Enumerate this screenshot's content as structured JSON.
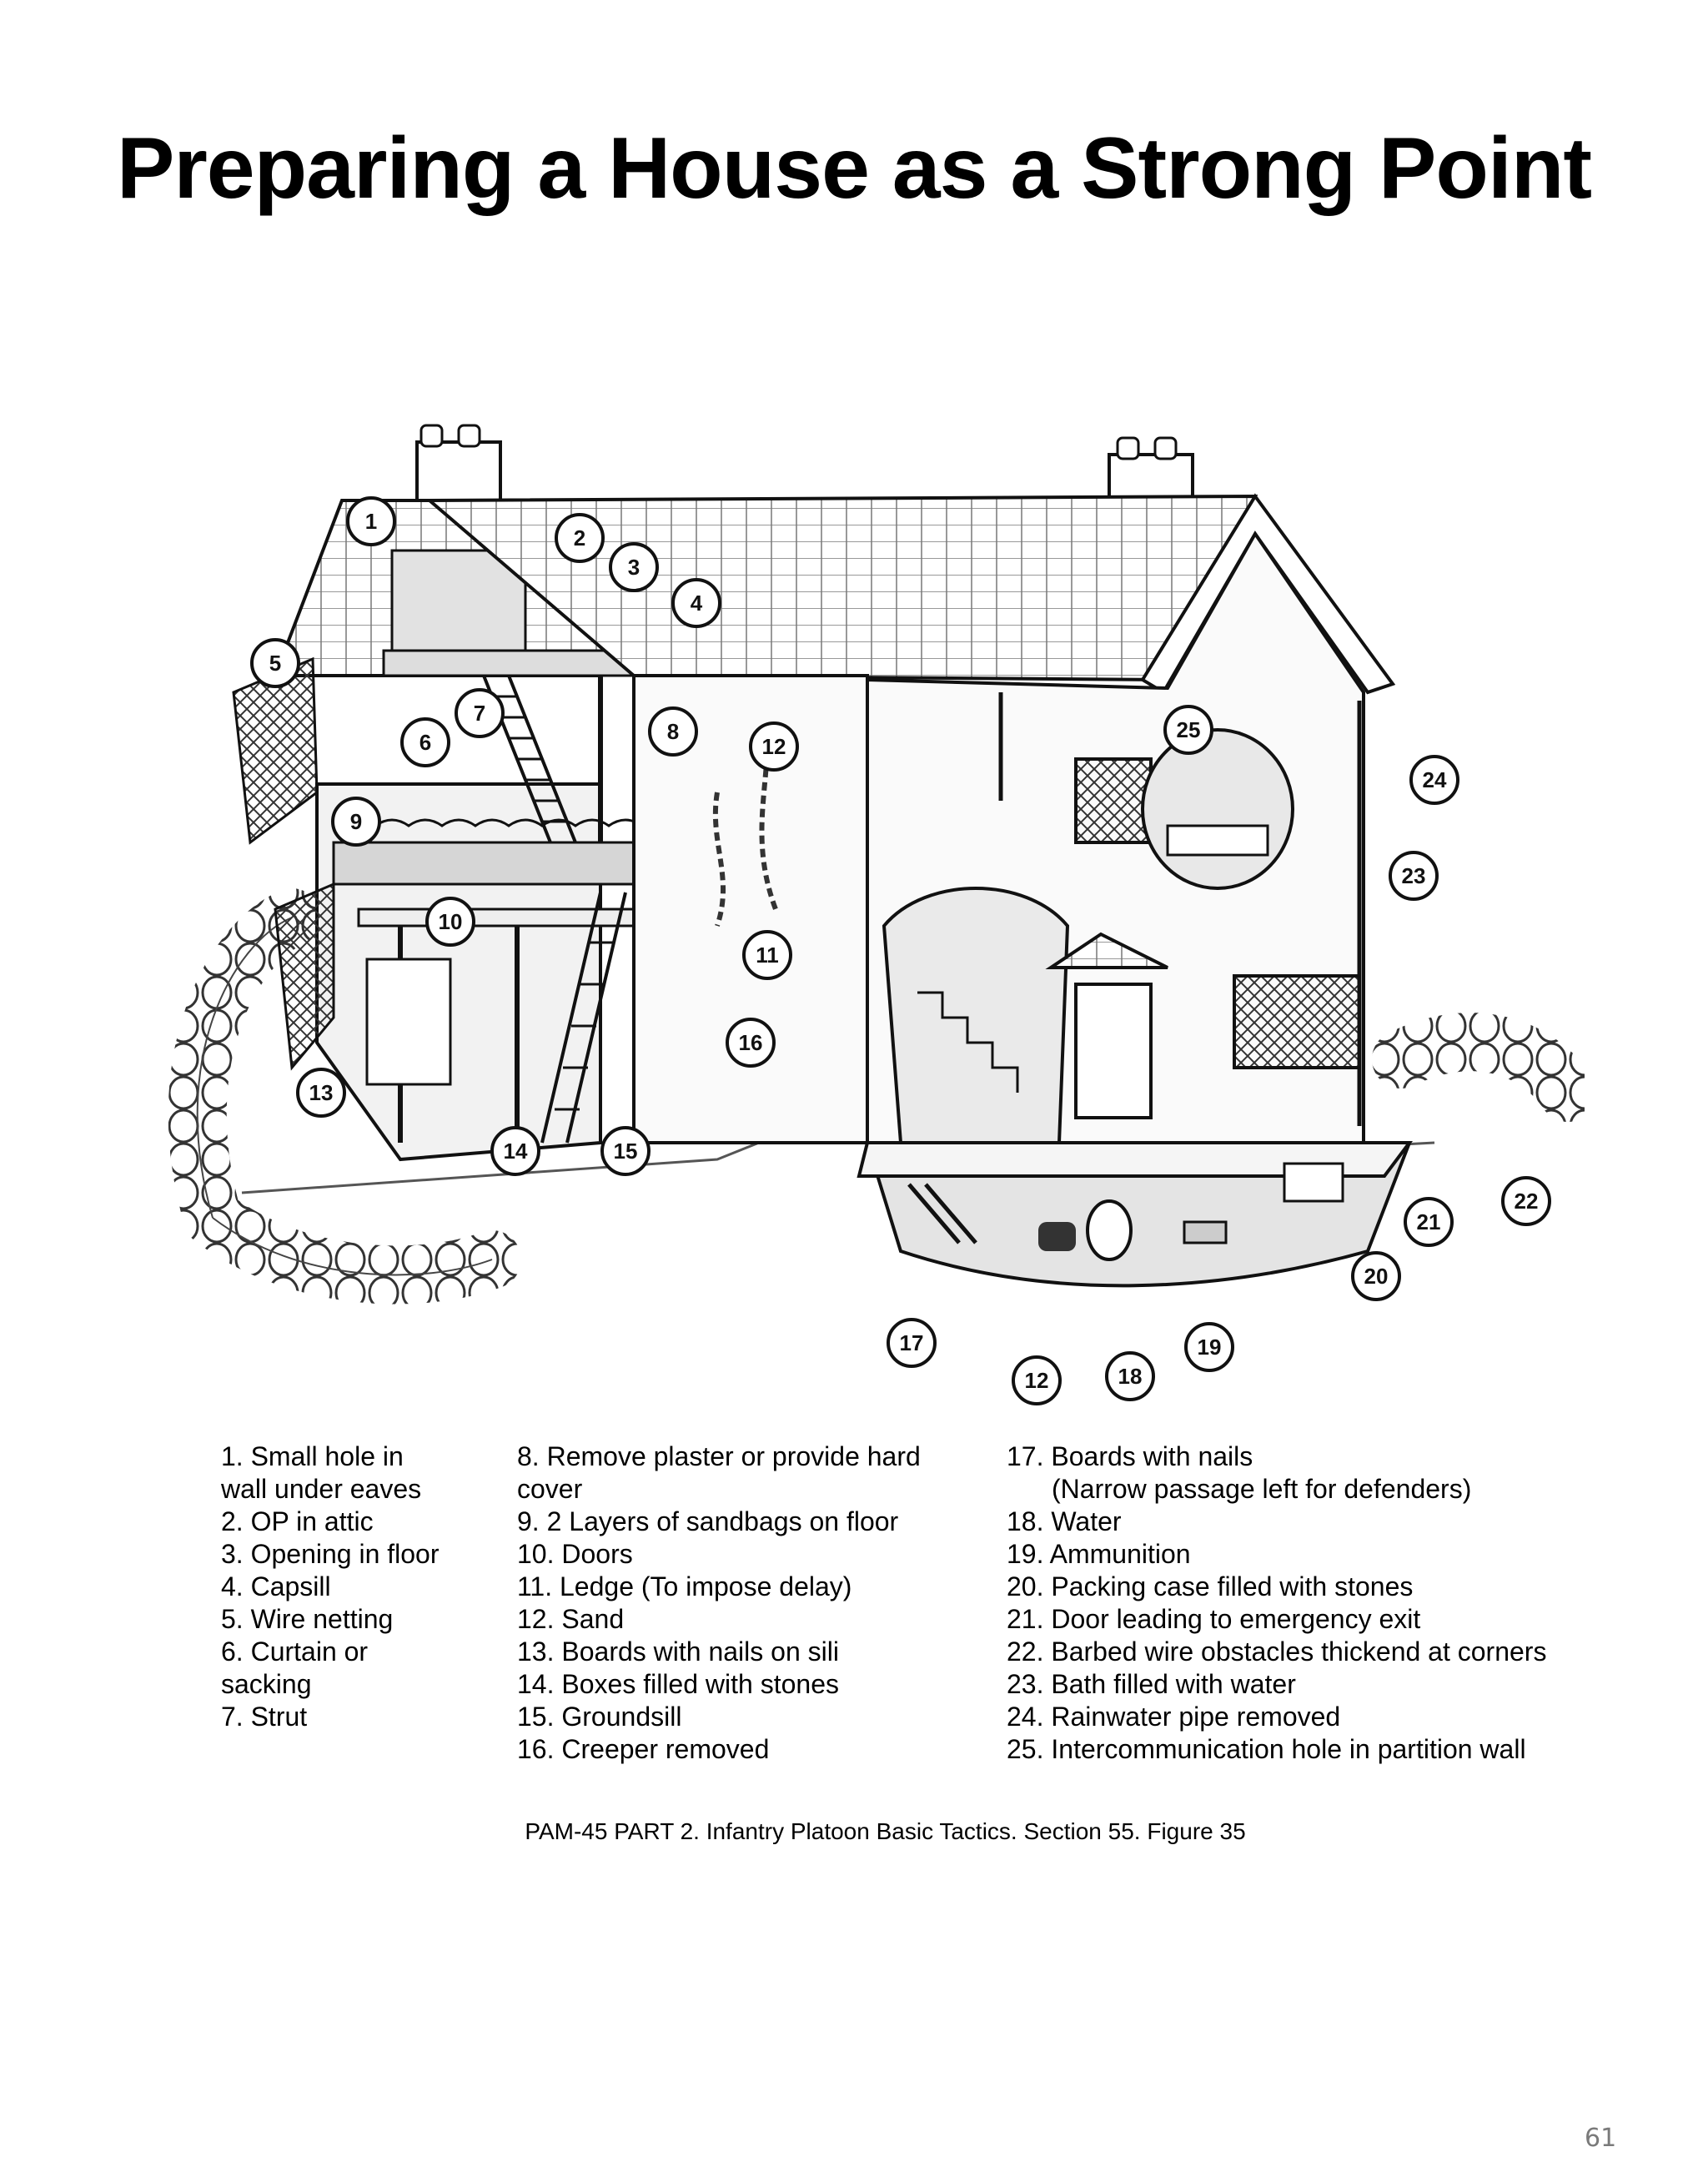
{
  "title": "Preparing a House as a Strong Point",
  "figure": {
    "callout_numbers": [
      "1",
      "2",
      "3",
      "4",
      "5",
      "6",
      "7",
      "8",
      "9",
      "10",
      "11",
      "12",
      "13",
      "14",
      "15",
      "16",
      "17",
      "12",
      "18",
      "19",
      "20",
      "21",
      "22",
      "23",
      "24",
      "25"
    ]
  },
  "legend": {
    "col1": [
      {
        "text": "1. Small hole in",
        "cont": false
      },
      {
        "text": "wall under eaves",
        "cont": false
      },
      {
        "text": "2. OP in attic",
        "cont": false
      },
      {
        "text": "3. Opening in floor",
        "cont": false
      },
      {
        "text": "4. Capsill",
        "cont": false
      },
      {
        "text": "5. Wire netting",
        "cont": false
      },
      {
        "text": "6. Curtain or",
        "cont": false
      },
      {
        "text": "sacking",
        "cont": false
      },
      {
        "text": "7. Strut",
        "cont": false
      }
    ],
    "col2": [
      {
        "text": "8. Remove plaster or provide hard",
        "cont": false
      },
      {
        "text": "cover",
        "cont": false
      },
      {
        "text": "9. 2 Layers of sandbags on floor",
        "cont": false
      },
      {
        "text": "10. Doors",
        "cont": false
      },
      {
        "text": "11. Ledge (To impose delay)",
        "cont": false
      },
      {
        "text": "12. Sand",
        "cont": false
      },
      {
        "text": "13. Boards with nails on sili",
        "cont": false
      },
      {
        "text": "14. Boxes filled with stones",
        "cont": false
      },
      {
        "text": "15. Groundsill",
        "cont": false
      },
      {
        "text": "16. Creeper removed",
        "cont": false
      }
    ],
    "col3": [
      {
        "text": "17. Boards with nails",
        "cont": false
      },
      {
        "text": "(Narrow passage left for defenders)",
        "cont": true
      },
      {
        "text": "18. Water",
        "cont": false
      },
      {
        "text": "19. Ammunition",
        "cont": false
      },
      {
        "text": "20. Packing case filled with stones",
        "cont": false
      },
      {
        "text": "21. Door leading to emergency exit",
        "cont": false
      },
      {
        "text": "22. Barbed wire obstacles thickend at corners",
        "cont": false
      },
      {
        "text": "23. Bath filled with water",
        "cont": false
      },
      {
        "text": "24. Rainwater pipe removed",
        "cont": false
      },
      {
        "text": "25. Intercommunication hole in partition wall",
        "cont": false
      }
    ]
  },
  "caption": "PAM-45 PART 2. Infantry Platoon Basic Tactics. Section 55. Figure 35",
  "page_number": "61"
}
